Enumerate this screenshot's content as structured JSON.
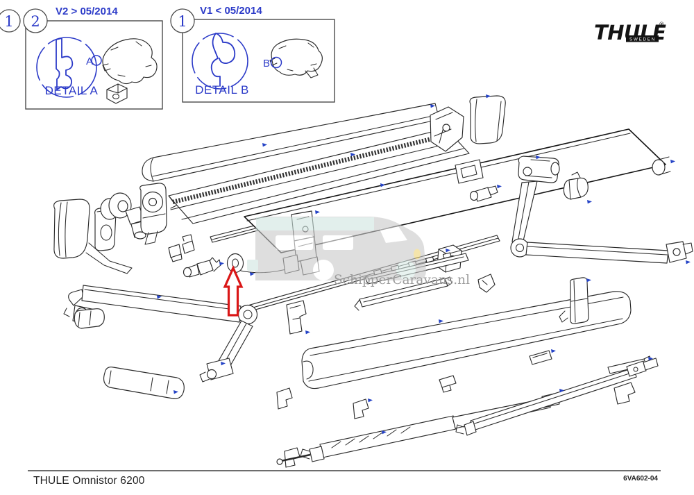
{
  "callouts": {
    "box_a": {
      "numbers": [
        "1",
        "2"
      ],
      "version": "V2 > 05/2014",
      "detail": "DETAIL A",
      "ref": "A"
    },
    "box_b": {
      "numbers": [
        "1"
      ],
      "version": "V1 < 05/2014",
      "detail": "DETAIL B",
      "ref": "B"
    }
  },
  "brand": {
    "name": "THULE",
    "country": "SWEDEN",
    "registered": "®"
  },
  "watermark": {
    "text": "SchipperCaravans.nl"
  },
  "footer": {
    "model": "THULE Omnistor 6200",
    "code": "6VA602-04"
  },
  "colors": {
    "callout_blue": "#2b3ac8",
    "line_art": "#2a2a2a",
    "arrow_red": "#da1717",
    "watermark_gray": "#c9c9c9",
    "watermark_teal": "#cfe6e0",
    "watermark_text_gray": "#9b9b9b",
    "brand_black": "#141414"
  },
  "diagram": {
    "type": "exploded-parts-view",
    "parts": [
      "top-cover-profile",
      "case-roller-extrusion",
      "support-rail-short",
      "support-rail-long",
      "fabric-roller-assembly",
      "roller-tube",
      "lead-rail",
      "lead-rail-end-cap",
      "left-end-cap",
      "left-inner-cover",
      "left-pulley-disc",
      "left-knuckle-joint",
      "left-gear-bracket",
      "left-bracket-pair",
      "left-pin-connector",
      "left-arm-assembly",
      "left-arm-covers",
      "right-bracket-cluster",
      "right-end-cap",
      "right-square-bracket",
      "right-pin-connector",
      "right-spring-arm-assembly",
      "right-arm-end-bracket",
      "crank-adapter",
      "center-support-bracket",
      "wall-bracket",
      "slotted-strip-upper",
      "slotted-strip-lower",
      "corner-gusset",
      "mounting-clips",
      "center-tension-rafter",
      "right-tension-rafter",
      "attention-arrow-red"
    ]
  }
}
